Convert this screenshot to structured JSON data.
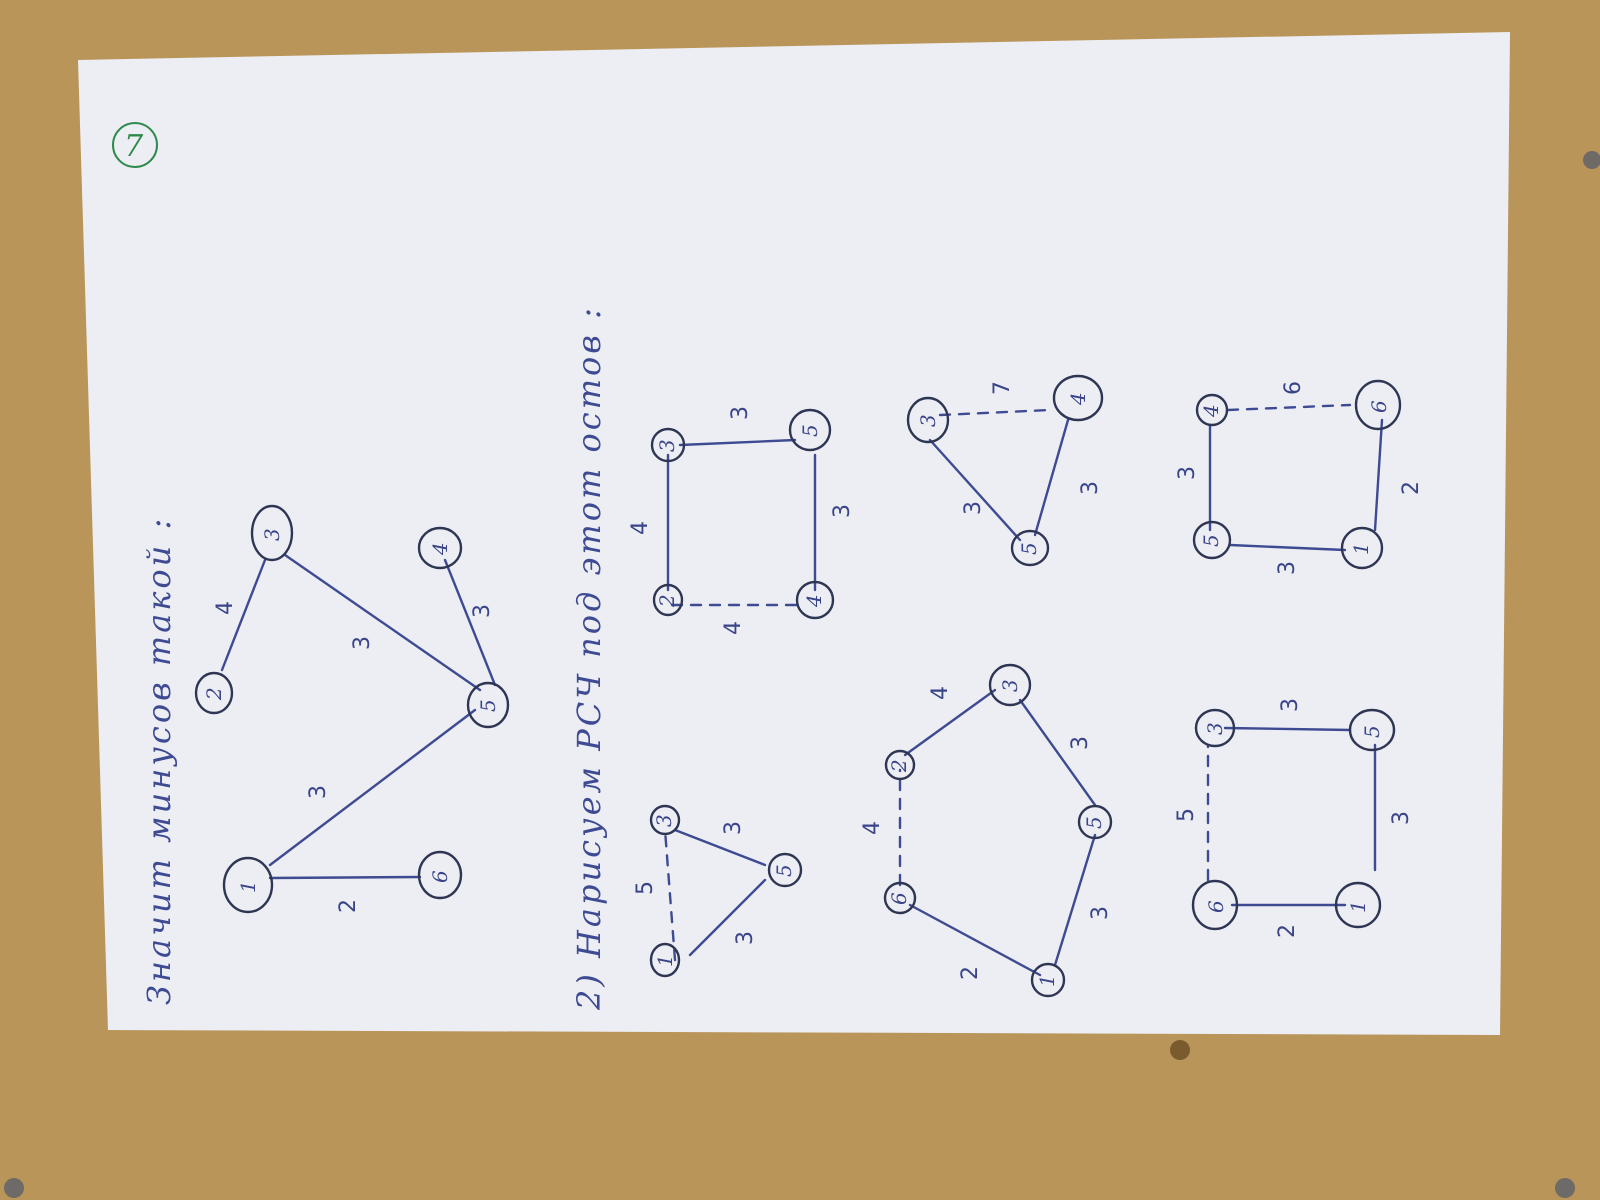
{
  "heading": "Значит минусов такой :",
  "section2": "2) Нарисуем РСЧ под этот остов :",
  "page_number": "7",
  "colors": {
    "table": "#b9955a",
    "paper": "#eceef3",
    "ink": "#3e4b93",
    "green_ink": "#2e8a4c"
  },
  "main_graph": {
    "nodes": [
      "1",
      "2",
      "3",
      "4",
      "5",
      "6"
    ],
    "edges": [
      {
        "from": "1",
        "to": "6",
        "w": "2"
      },
      {
        "from": "1",
        "to": "5",
        "w": "3"
      },
      {
        "from": "2",
        "to": "3",
        "w": "4"
      },
      {
        "from": "3",
        "to": "5",
        "w": "3"
      },
      {
        "from": "4",
        "to": "5",
        "w": "3"
      }
    ]
  },
  "cycles": [
    {
      "nodes": [
        "1",
        "3",
        "5"
      ],
      "edges": [
        {
          "w": "5",
          "dashed": true
        },
        {
          "w": "3"
        },
        {
          "w": "3"
        }
      ]
    },
    {
      "nodes": [
        "2",
        "3",
        "5",
        "4"
      ],
      "edges": [
        {
          "w": "4"
        },
        {
          "w": "3"
        },
        {
          "w": "3"
        },
        {
          "w": "4",
          "dashed": true
        }
      ]
    },
    {
      "nodes": [
        "6",
        "2",
        "3",
        "5",
        "1"
      ],
      "edges": [
        {
          "w": "4",
          "dashed": true
        },
        {
          "w": "4"
        },
        {
          "w": "3"
        },
        {
          "w": "3"
        },
        {
          "w": "2"
        }
      ]
    },
    {
      "nodes": [
        "3",
        "4",
        "5"
      ],
      "edges": [
        {
          "w": "7",
          "dashed": true
        },
        {
          "w": "3"
        },
        {
          "w": "3"
        }
      ]
    },
    {
      "nodes": [
        "6",
        "3",
        "5",
        "1"
      ],
      "edges": [
        {
          "w": "5",
          "dashed": true
        },
        {
          "w": "3"
        },
        {
          "w": "3"
        },
        {
          "w": "2"
        }
      ]
    },
    {
      "nodes": [
        "5",
        "4",
        "6",
        "1"
      ],
      "edges": [
        {
          "w": "3"
        },
        {
          "w": "6",
          "dashed": true
        },
        {
          "w": "2"
        },
        {
          "w": "3"
        }
      ]
    }
  ]
}
